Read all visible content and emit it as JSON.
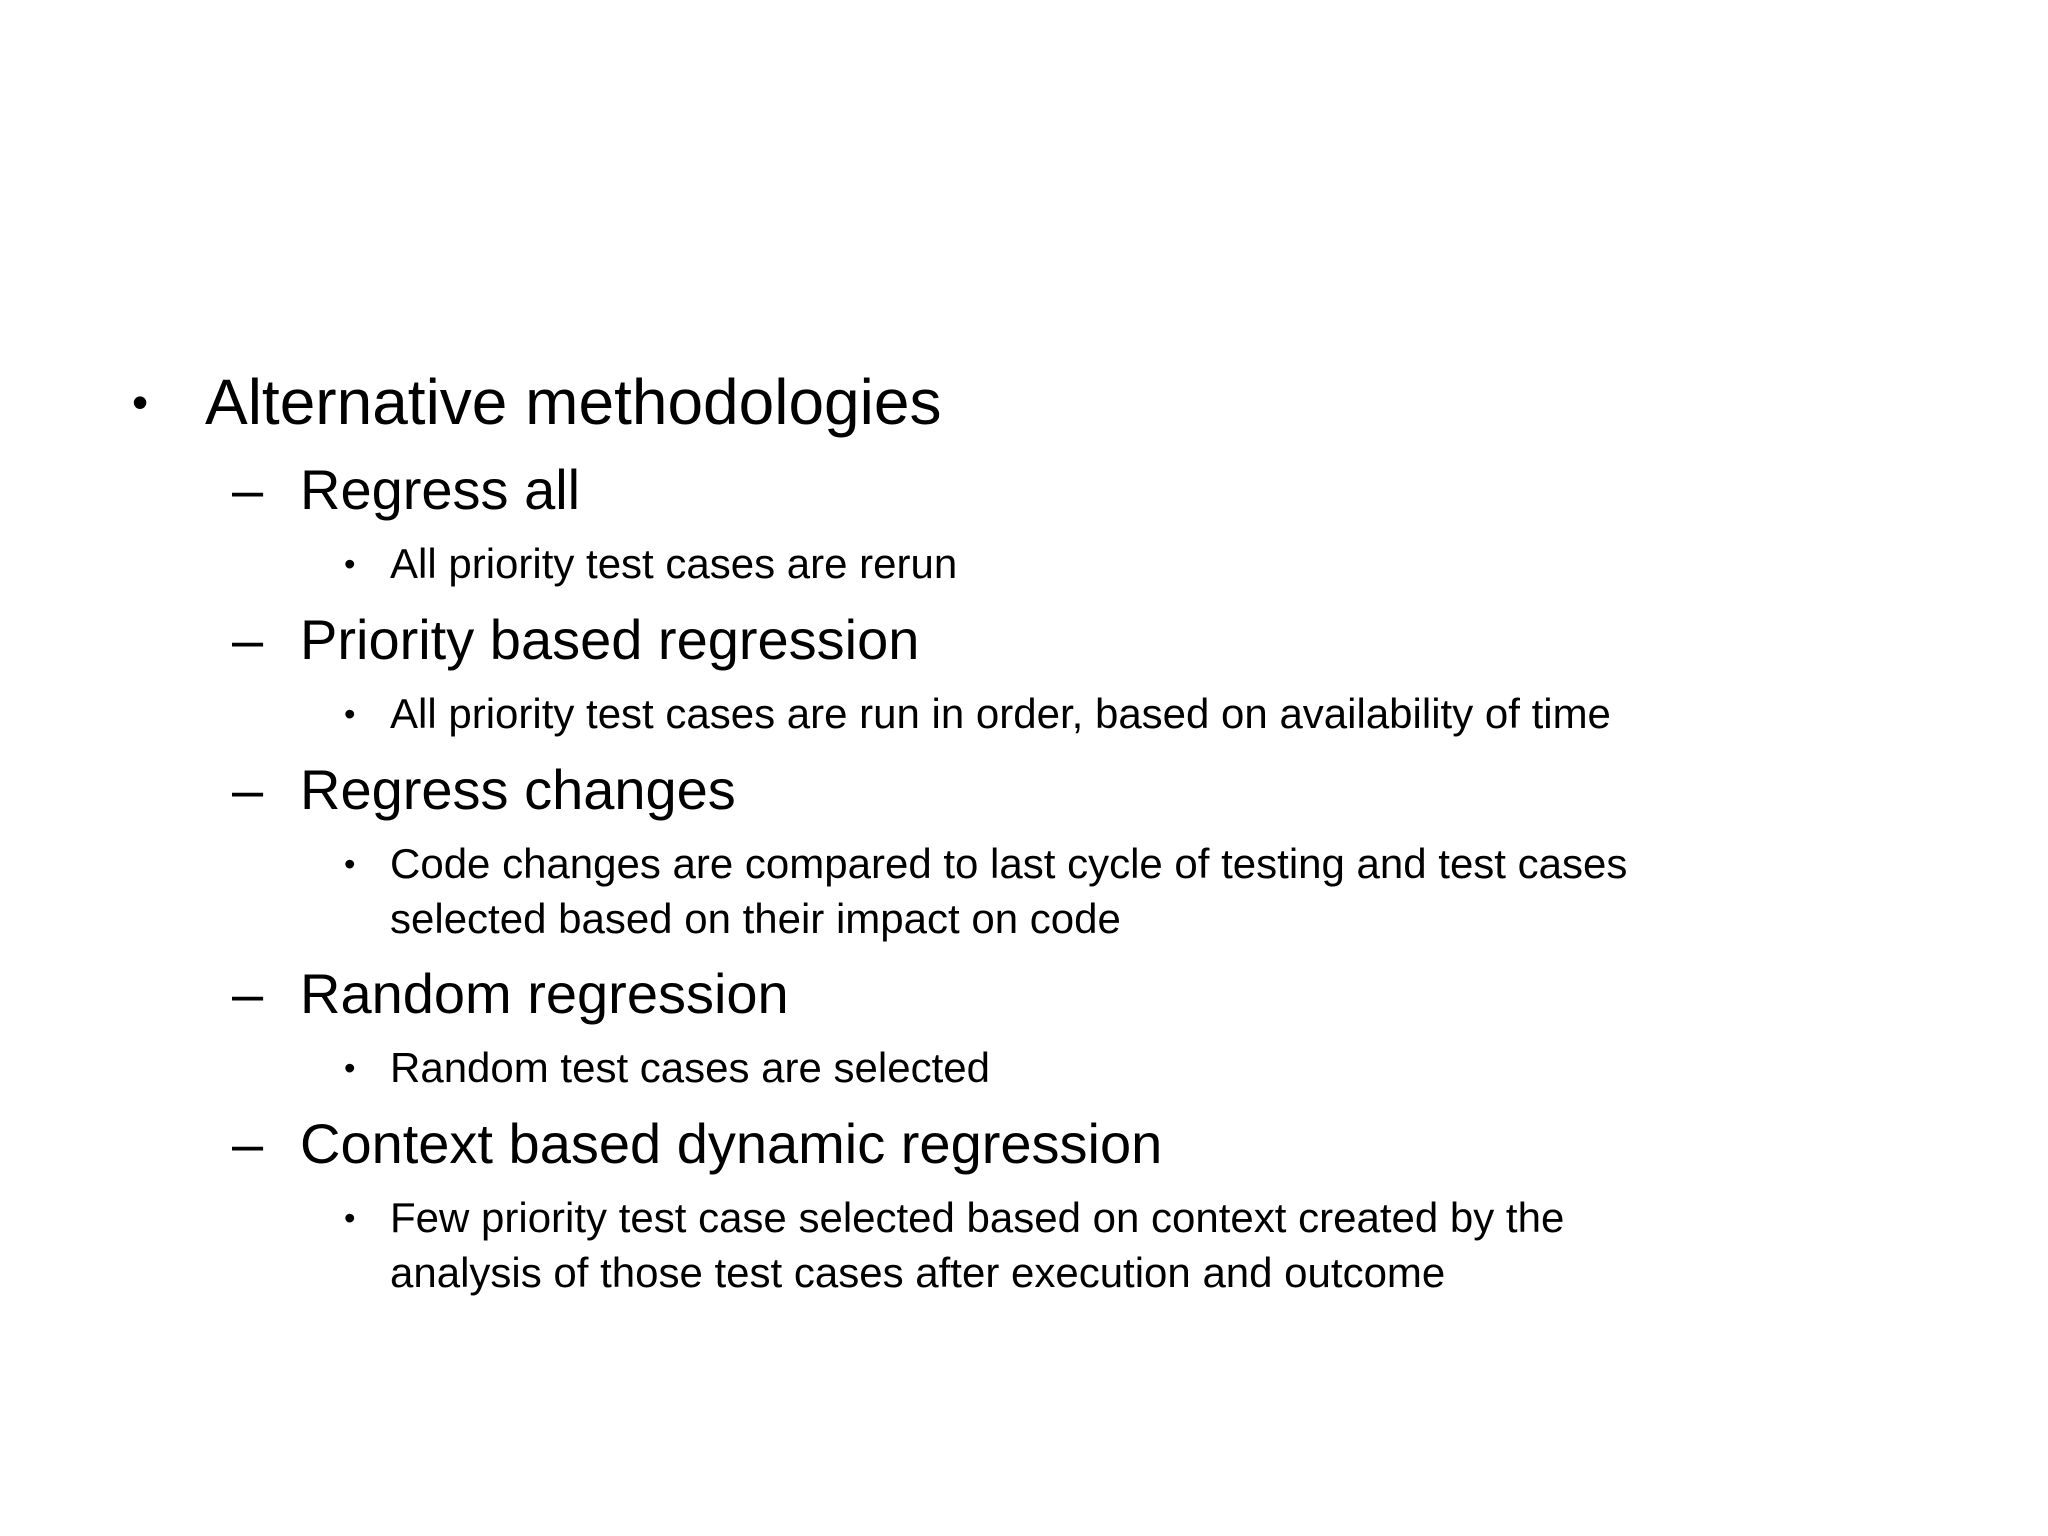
{
  "slide": {
    "background_color": "#ffffff",
    "text_color": "#000000",
    "items": [
      {
        "level": 1,
        "marker": "•",
        "text": "Alternative methodologies"
      },
      {
        "level": 2,
        "marker": "–",
        "text": "Regress all"
      },
      {
        "level": 3,
        "marker": "•",
        "text": "All priority test cases are rerun"
      },
      {
        "level": 2,
        "marker": "–",
        "text": "Priority based regression"
      },
      {
        "level": 3,
        "marker": "•",
        "text": "All priority test cases are run in order, based on availability of time"
      },
      {
        "level": 2,
        "marker": "–",
        "text": "Regress changes"
      },
      {
        "level": 3,
        "marker": "•",
        "text": "Code changes are compared to last cycle of testing and test cases\nselected based on their impact on code"
      },
      {
        "level": 2,
        "marker": "–",
        "text": "Random regression"
      },
      {
        "level": 3,
        "marker": "•",
        "text": "Random test cases are selected"
      },
      {
        "level": 2,
        "marker": "–",
        "text": "Context based dynamic regression"
      },
      {
        "level": 3,
        "marker": "•",
        "text": "Few priority test case selected based on context created by the\nanalysis of those test cases after execution and outcome"
      }
    ]
  }
}
